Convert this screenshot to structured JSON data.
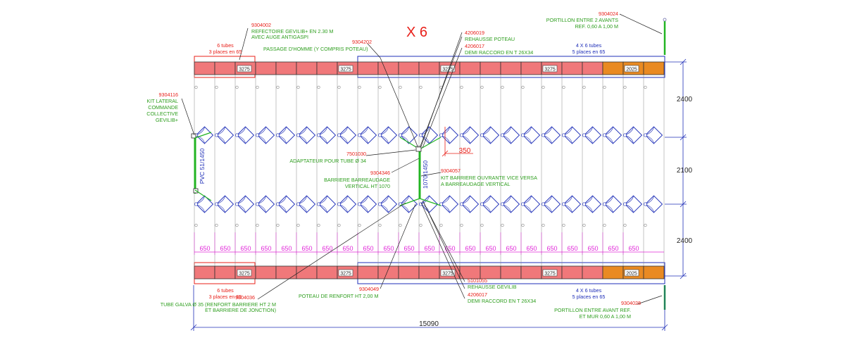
{
  "title": "X 6",
  "dimensions": {
    "total_length": "15090",
    "band_top": "2400",
    "middle": "2100",
    "band_bottom": "2400",
    "offset": "350",
    "spacing_values": [
      "650",
      "650",
      "650",
      "650",
      "650",
      "650",
      "650",
      "650",
      "650",
      "650",
      "650",
      "650",
      "650",
      "650",
      "650",
      "650",
      "650",
      "650",
      "650",
      "650",
      "650",
      "650"
    ]
  },
  "beam_segments": {
    "top": [
      "3275",
      "3275",
      "3275",
      "3275",
      "2025"
    ],
    "bottom": [
      "3275",
      "3275",
      "3275",
      "3275",
      "2025"
    ]
  },
  "groups": {
    "left_top": {
      "line1": "6 tubes",
      "line2": "3 places en 65"
    },
    "right_top": {
      "line1": "4 X 6 tubes",
      "line2": "5 places en 65"
    },
    "left_bottom": {
      "line1": "6 tubes",
      "line2": "3 places en 65"
    },
    "right_bottom": {
      "line1": "4 X 6 tubes",
      "line2": "5 places en 65"
    }
  },
  "posts": {
    "left": "PVC 51/1450",
    "center": "1070/1450"
  },
  "callouts": {
    "refectoire": {
      "ref": "9304002",
      "line1": "REFECTOIRE GEVILIB+ EN 2.30 M",
      "line2": "AVEC AUGE ANTIGASPI"
    },
    "passage": {
      "ref": "9304202",
      "line1": "PASSAGE D'HOMME (Y COMPRIS POTEAU)"
    },
    "rehausse_top": {
      "ref": "4206019",
      "line1": "REHAUSSE POTEAU"
    },
    "demi_raccord_top": {
      "ref": "4206017",
      "line1": "DEMI RACCORD EN T 26X34"
    },
    "portillon_top": {
      "ref": "9304024",
      "line1": "PORTILLON ENTRE 2 AVANTS",
      "line2": "REF. 0,60 A 1,00 M"
    },
    "kit_lateral": {
      "ref": "9304116",
      "line1": "KIT LATERAL",
      "line2": "COMMANDE",
      "line3": "COLLECTIVE",
      "line4": "GEVILIB+"
    },
    "adaptateur": {
      "ref": "7501030",
      "line1": "ADAPTATEUR POUR TUBE Ø 34"
    },
    "barriere": {
      "ref": "9304346",
      "line1": "BARRIERE BARREAUDAGE",
      "line2": "VERTICAL HT 1070"
    },
    "kit_barriere": {
      "ref": "9304057",
      "line1": "KIT BARRIERE OUVRANTE VICE VERSA",
      "line2": "A BARREAUDAGE VERTICAL"
    },
    "tube_galva": {
      "ref": "9304036",
      "line1": "TUBE GALVA Ø 35 (RENFORT BARRIERE HT 2 M",
      "line2": "ET BARRIERE DE JONCTION)"
    },
    "poteau_renfort": {
      "ref": "9304049",
      "line1": "POTEAU DE RENFORT HT 2,00 M"
    },
    "rehausse_gevilib": {
      "ref": "5101055",
      "line1": "REHAUSSE GEVILIB"
    },
    "demi_raccord_bottom": {
      "ref": "4206017",
      "line1": "DEMI RACCORD EN T 26X34"
    },
    "portillon_bottom": {
      "ref": "9304028",
      "line1": "PORTILLON ENTRE AVANT REF.",
      "line2": "ET MUR 0,60 A 1,00 M"
    }
  },
  "colors": {
    "beam_red": "#f0787a",
    "beam_orange": "#e98a22",
    "green": "#2e9e1e",
    "red": "#e8201a",
    "blue": "#1f2fb8",
    "spacing_magenta": "#e026d8"
  }
}
